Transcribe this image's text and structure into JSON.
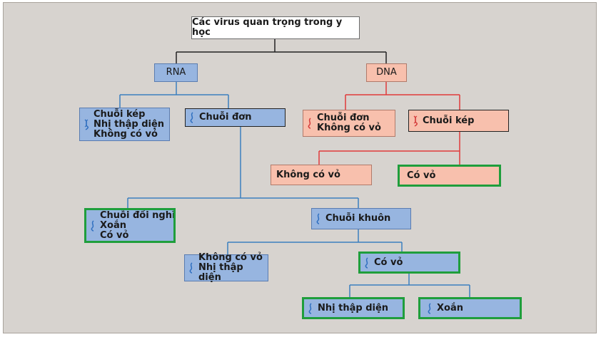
{
  "root": {
    "label": "Các virus quan trọng trong y học"
  },
  "rna": {
    "label": "RNA",
    "double": {
      "line1": "Chuỗi kép",
      "line2": "Nhị thập diện",
      "line3": "Không có vỏ"
    },
    "single": {
      "label": "Chuỗi đơn",
      "antisense": {
        "line1": "Chuỗi đối nghĩa",
        "line2": "Xoắn",
        "line3": "Có vỏ"
      },
      "template": {
        "label": "Chuỗi khuôn",
        "nonenv": {
          "line1": "Không có vỏ",
          "line2": "Nhị thập diện"
        },
        "env": {
          "label": "Có vỏ",
          "icosa": "Nhị thập diện",
          "helical": "Xoắn"
        }
      }
    }
  },
  "dna": {
    "label": "DNA",
    "single": {
      "line1": "Chuỗi đơn",
      "line2": "Không có vỏ"
    },
    "double": {
      "label": "Chuỗi kép",
      "nonenv": "Không có vỏ",
      "env": "Có vỏ"
    }
  },
  "colors": {
    "rna_node": "#97b5e0",
    "dna_node": "#f8c0ad",
    "rna_line": "#3b7fbf",
    "dna_line": "#e03a3a",
    "root_line": "#222222",
    "highlight": "#1f9e3c",
    "icon_single": "#2f6fc0",
    "icon_double_rna": "#2f6fc0",
    "icon_dna": "#d43b3b"
  },
  "icons": [
    "single-strand-icon",
    "double-strand-icon"
  ]
}
